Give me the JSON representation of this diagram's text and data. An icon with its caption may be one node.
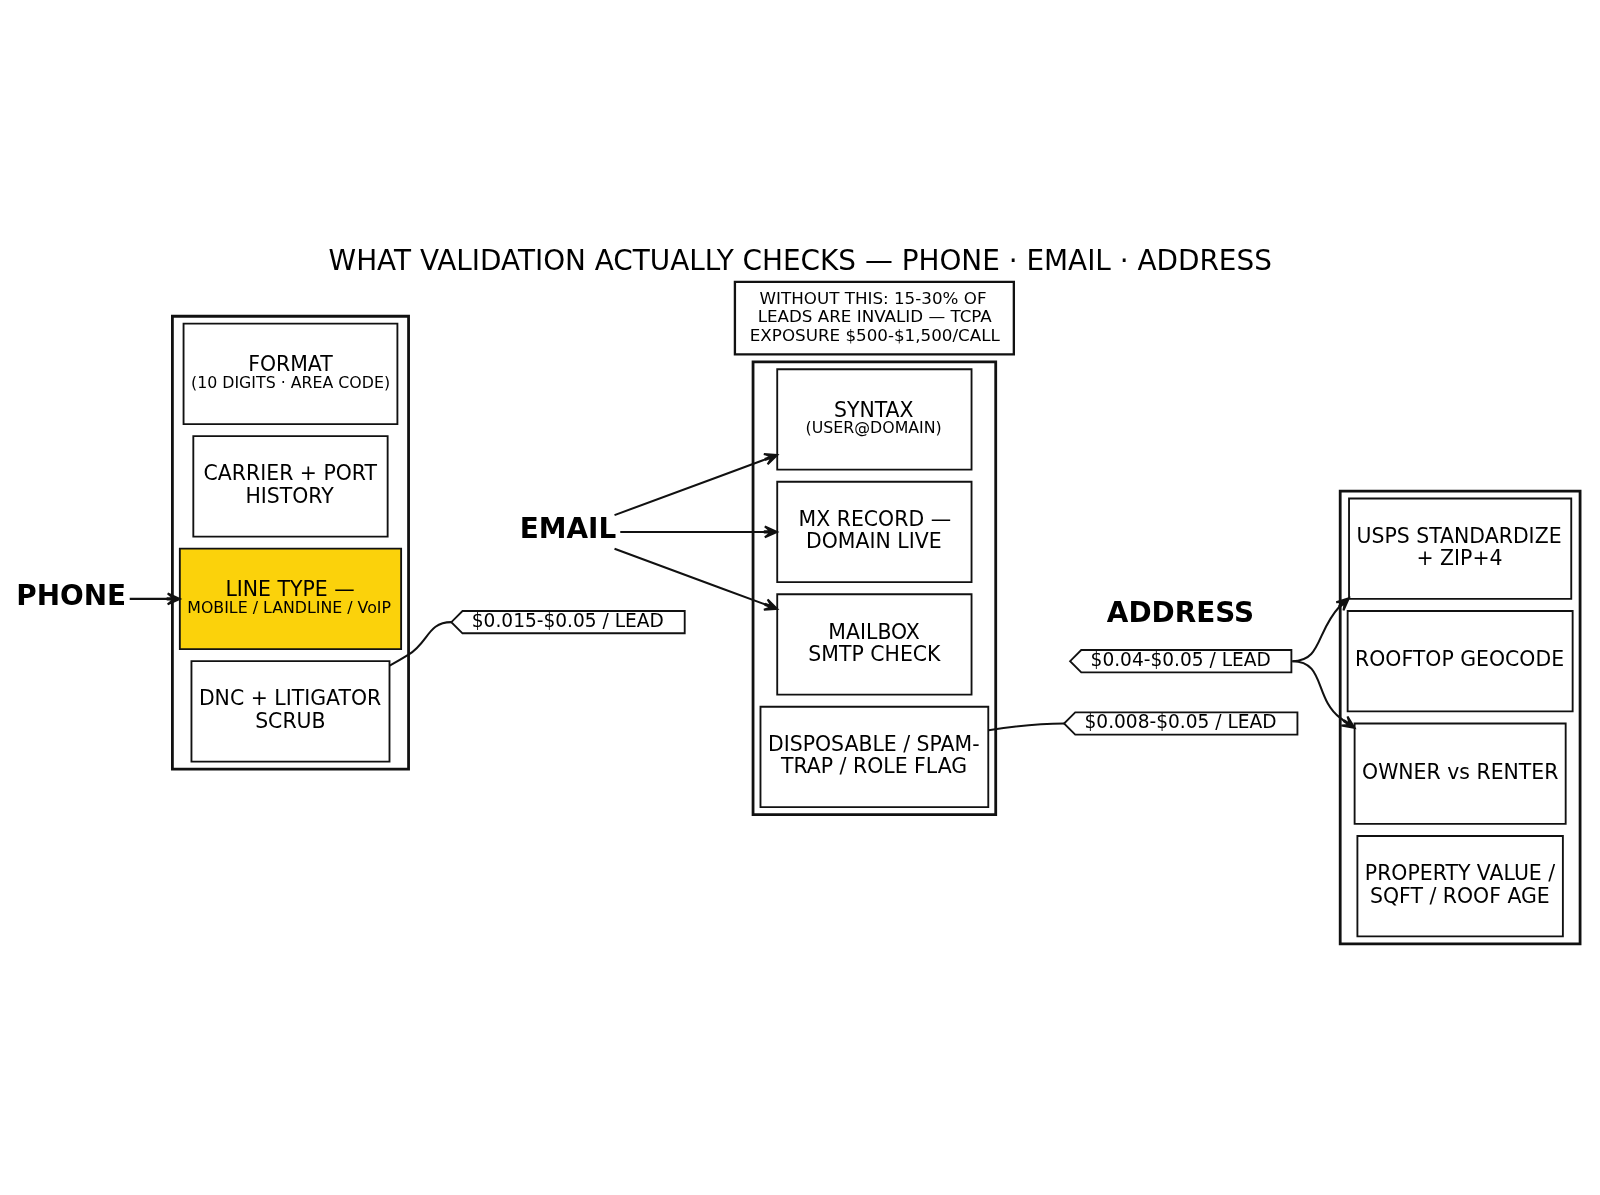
{
  "diagram": {
    "title": "WHAT VALIDATION ACTUALLY CHECKS — PHONE · EMAIL · ADDRESS",
    "nodes": [
      {
        "text": [
          "WITHOUT THIS: 15-30% OF LEADS ARE INVALID — TCPA EXPOSURE $500-$1,500/CALL"
        ]
      },
      {
        "text": [
          "PHONE"
        ]
      },
      {
        "text": [],
        "shape": "box"
      },
      {
        "text": [
          "FORMAT",
          "(10 DIGITS · AREA CODE)"
        ],
        "in": 2
      },
      {
        "text": [
          "CARRIER + PORT HISTORY"
        ],
        "in": 2
      },
      {
        "text": [
          "LINE TYPE —",
          "MOBILE / LANDLINE / VoIP"
        ],
        "in": 2
      },
      {
        "text": [
          "DNC + LITIGATOR SCRUB"
        ],
        "in": 2
      },
      {
        "text": [
          "EMAIL"
        ]
      },
      {
        "text": [],
        "shape": "box"
      },
      {
        "text": [
          "SYNTAX",
          "(USER@DOMAIN)"
        ],
        "in": 8
      },
      {
        "text": [
          "MX RECORD — DOMAIN LIVE"
        ],
        "in": 8
      },
      {
        "text": [
          "MAILBOX SMTP CHECK"
        ],
        "in": 8
      },
      {
        "text": [
          "DISPOSABLE / SPAM- TRAP / ROLE FLAG"
        ],
        "in": 8
      },
      {
        "text": [
          "ADDRESS"
        ]
      },
      {
        "text": [],
        "shape": "box"
      },
      {
        "text": [
          "USPS STANDARDIZE + ZIP+4"
        ],
        "in": 14
      },
      {
        "text": [
          "ROOFTOP GEOCODE"
        ],
        "in": 14
      },
      {
        "text": [
          "OWNER vs RENTER"
        ],
        "in": 14
      },
      {
        "text": [
          "PROPERTY VALUE / SQFT / ROOF AGE"
        ],
        "in": 14
      },
      {
        "text": [
          "$0.015-$0.05 / LEAD"
        ]
      },
      {
        "text": [
          "$0.008-$0.05 / LEAD"
        ]
      },
      {
        "text": [
          "$0.04-$0.05 / LEAD"
        ]
      }
    ],
    "edges": [
      {
        "from": 1,
        "to": 5,
        "arrow": "to"
      },
      {
        "from": 6,
        "to": 19,
        "arrow": "none"
      },
      {
        "from": 7,
        "to": 9,
        "arrow": "to"
      },
      {
        "from": 7,
        "to": 10,
        "arrow": "to"
      },
      {
        "from": 7,
        "to": 11,
        "arrow": "to"
      },
      {
        "from": 12,
        "to": 20,
        "arrow": "none"
      },
      {
        "from": 21,
        "to": 15,
        "arrow": "to"
      },
      {
        "from": 21,
        "to": 17,
        "arrow": "to"
      }
    ]
  }
}
